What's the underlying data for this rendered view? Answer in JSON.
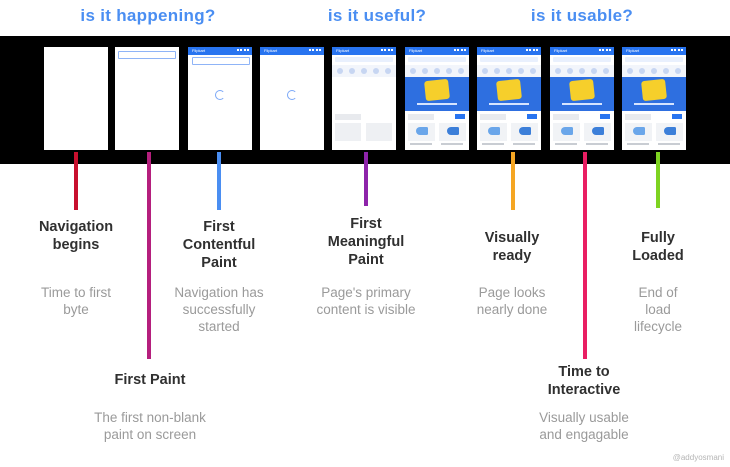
{
  "phases": [
    "is it happening?",
    "is it useful?",
    "is it usable?"
  ],
  "frames": [
    {
      "state": "blank",
      "bar_title": ""
    },
    {
      "state": "search-only",
      "bar_title": ""
    },
    {
      "state": "spinner",
      "bar_title": "Flipkart"
    },
    {
      "state": "spinner-no-search",
      "bar_title": "Flipkart"
    },
    {
      "state": "content-grey",
      "bar_title": "Flipkart"
    },
    {
      "state": "full",
      "bar_title": "Flipkart"
    },
    {
      "state": "full",
      "bar_title": "Flipkart"
    },
    {
      "state": "full",
      "bar_title": "Flipkart"
    },
    {
      "state": "full",
      "bar_title": "Flipkart"
    }
  ],
  "milestones": [
    {
      "id": "navigation-begins",
      "label": "Navigation\nbegins",
      "desc": "Time to first\nbyte",
      "color": "#c8102e"
    },
    {
      "id": "first-paint",
      "label": "First Paint",
      "desc": "The first non-blank\npaint on screen",
      "color": "#b51f7d"
    },
    {
      "id": "first-contentful-paint",
      "label": "First\nContentful\nPaint",
      "desc": "Navigation has\nsuccessfully\nstarted",
      "color": "#4a8ef2"
    },
    {
      "id": "first-meaningful-paint",
      "label": "First\nMeaningful\nPaint",
      "desc": "Page's primary\ncontent is visible",
      "color": "#8e24aa"
    },
    {
      "id": "visually-ready",
      "label": "Visually\nready",
      "desc": "Page looks\nnearly done",
      "color": "#f5a623"
    },
    {
      "id": "time-to-interactive",
      "label": "Time to\nInteractive",
      "desc": "Visually usable\nand engagable",
      "color": "#e91e63"
    },
    {
      "id": "fully-loaded",
      "label": "Fully\nLoaded",
      "desc": "End of\nload lifecycle",
      "color": "#7ed321"
    }
  ],
  "credit": "@addyosmani"
}
